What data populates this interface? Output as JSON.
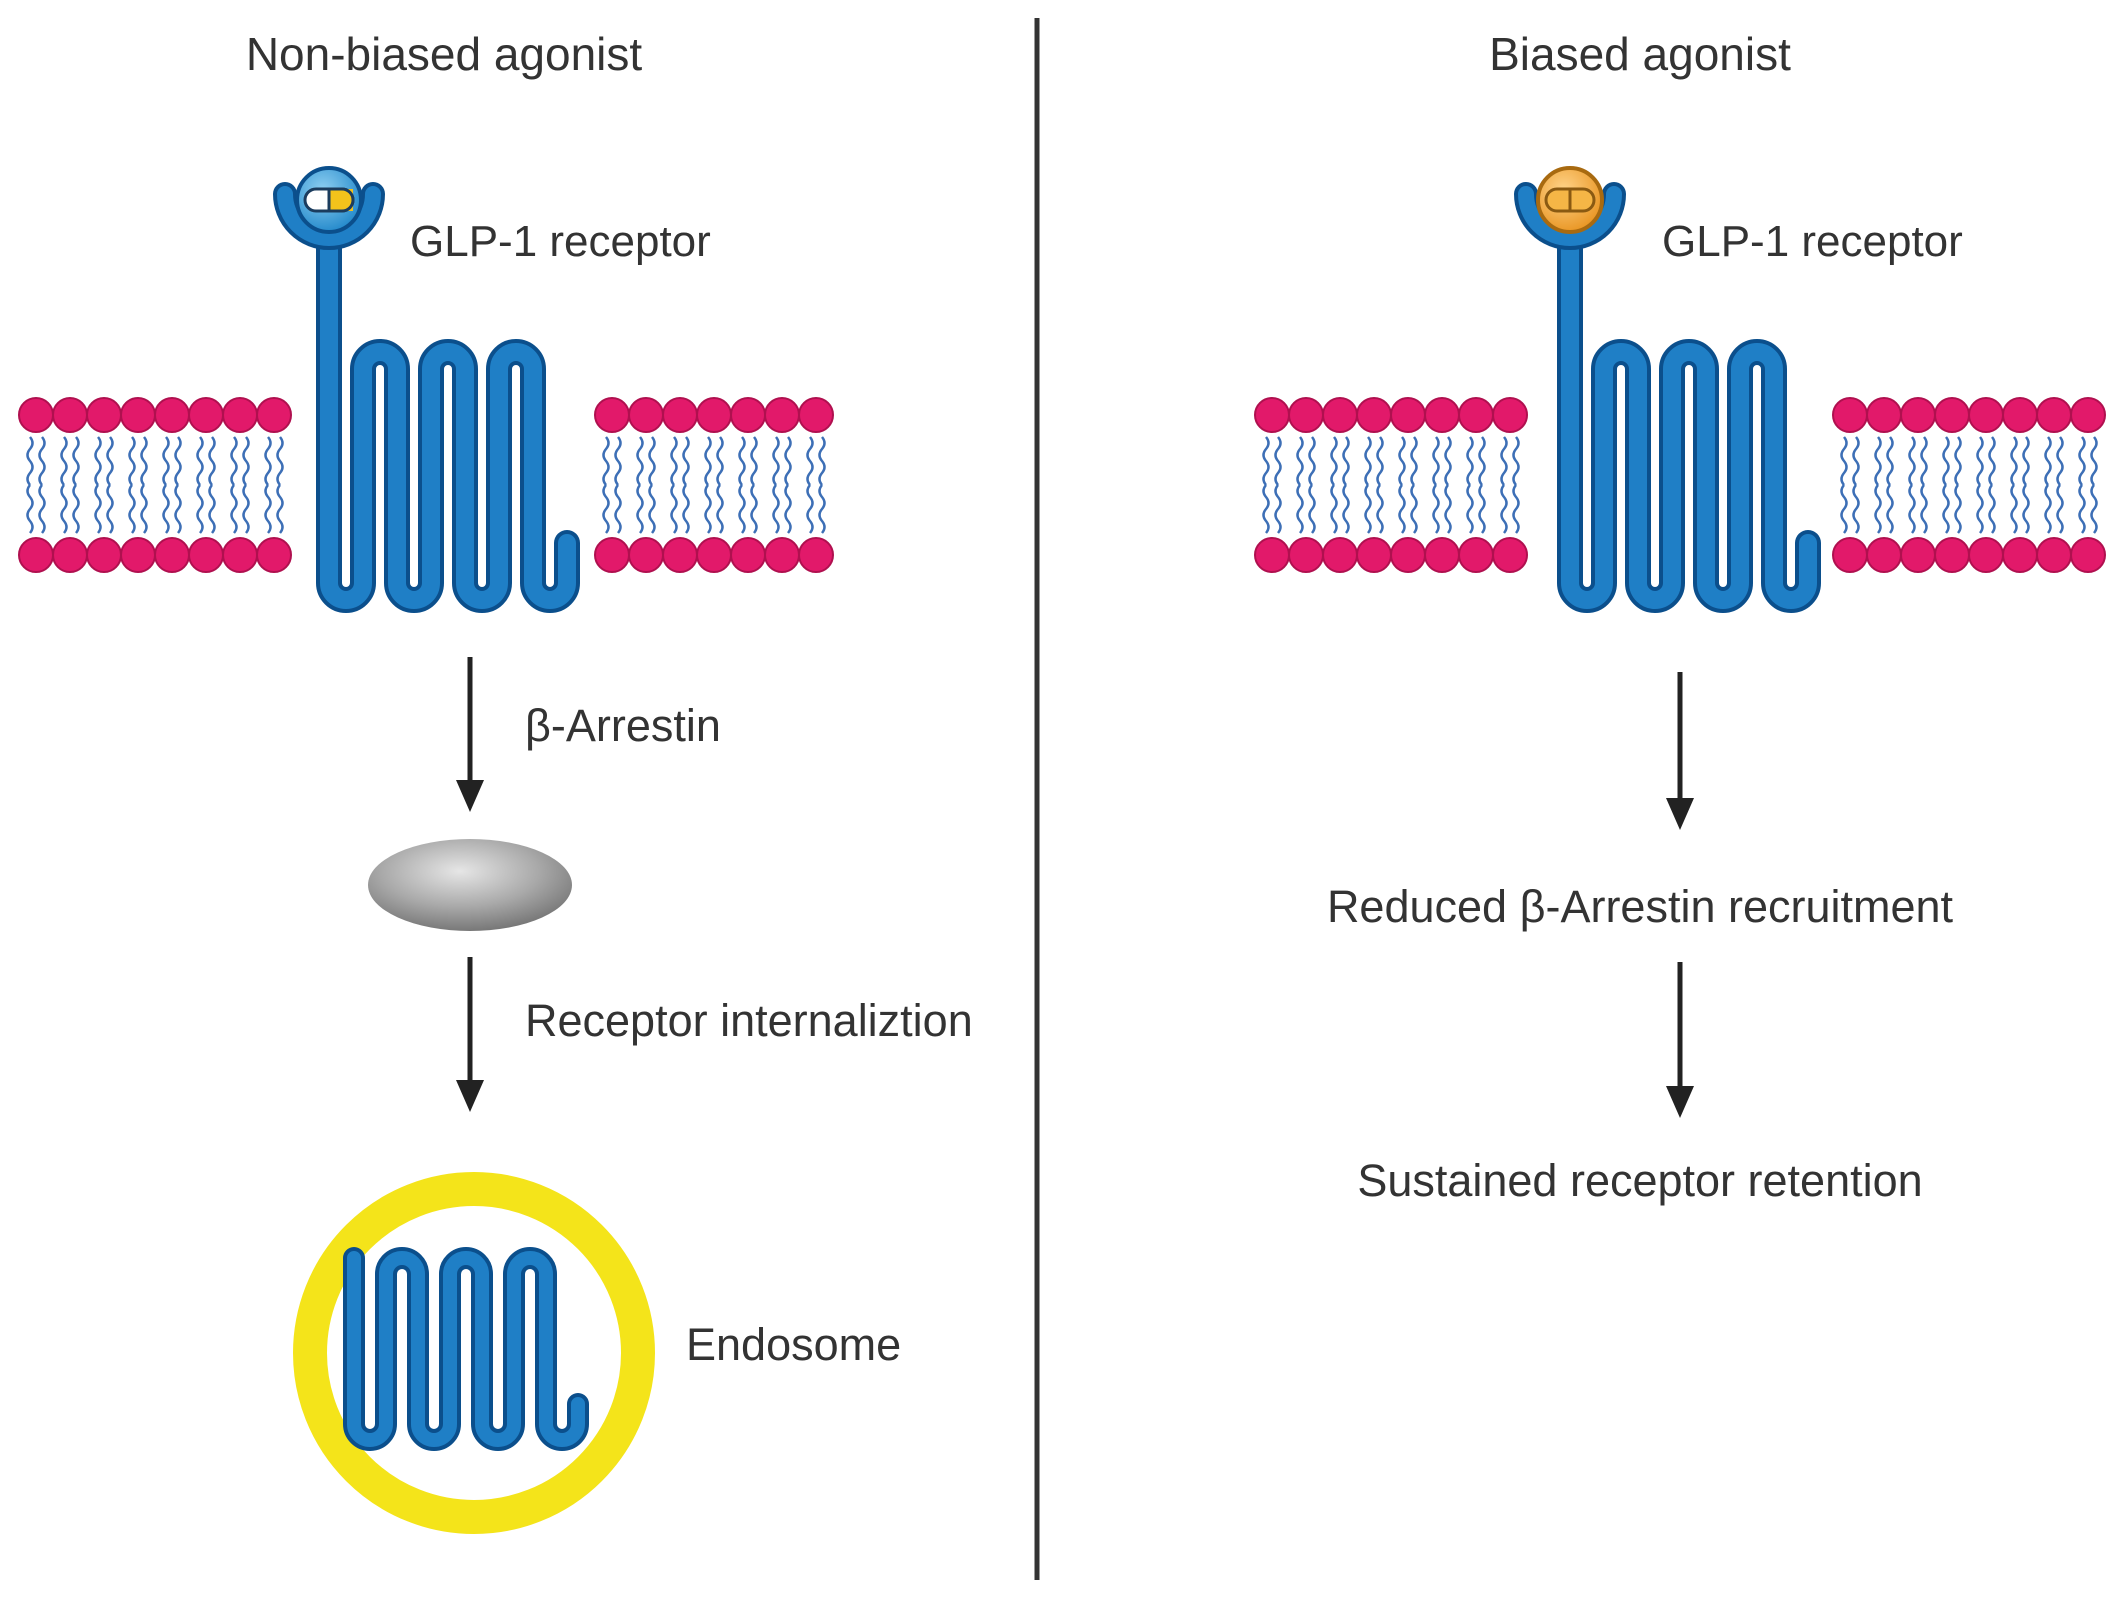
{
  "left_panel": {
    "title": "Non-biased agonist",
    "receptor_label": "GLP-1 receptor",
    "arrow1_label": "β-Arrestin",
    "arrow2_label": "Receptor internaliztion",
    "endosome_label": "Endosome"
  },
  "right_panel": {
    "title": "Biased agonist",
    "receptor_label": "GLP-1 receptor",
    "step1_label": "Reduced β-Arrestin recruitment",
    "step2_label": "Sustained receptor retention"
  },
  "colors": {
    "receptor": "#1f7fc6",
    "receptor_outline": "#0b4f8c",
    "lipid_head": "#e2196a",
    "lipid_tail": "#3d6fb6",
    "non_biased_ligand": "#2d9ad8",
    "biased_ligand": "#f0a531",
    "beta_arrestin": "#9a9a9a",
    "endosome": "#f4e41a",
    "divider": "#333333"
  },
  "icons": {
    "receptor": "gpcr-seven-transmembrane-icon",
    "membrane": "lipid-bilayer-icon",
    "non_biased_ligand": "capsule-ligand-icon",
    "biased_ligand": "capsule-ligand-icon",
    "beta_arrestin": "ellipse-protein-icon",
    "endosome": "vesicle-ring-icon"
  }
}
